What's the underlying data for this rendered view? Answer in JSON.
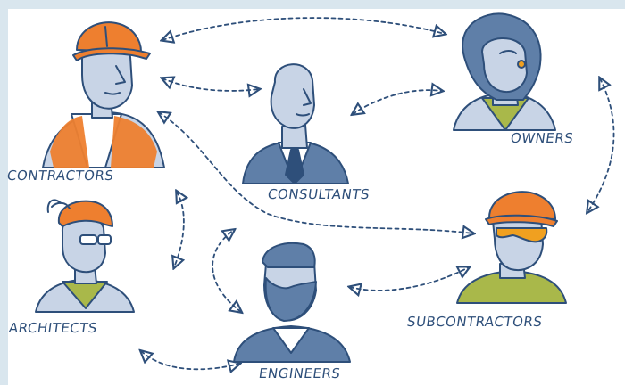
{
  "roles": {
    "contractors": "CONTRACTORS",
    "consultants": "CONSULTANTS",
    "owners": "OWNERS",
    "architects": "ARCHITECTS",
    "subcontractors": "SUBCONTRACTORS",
    "engineers": "ENGINEERS"
  },
  "colors": {
    "background": "#d9e6ee",
    "ink": "#2e4f7a",
    "accent_orange": "#ee7f2f",
    "skin_blue": "#c8d4e6",
    "suit_blue": "#5f7fa8",
    "shirt_green": "#a9b84a",
    "sunglass_orange": "#f0a020"
  }
}
